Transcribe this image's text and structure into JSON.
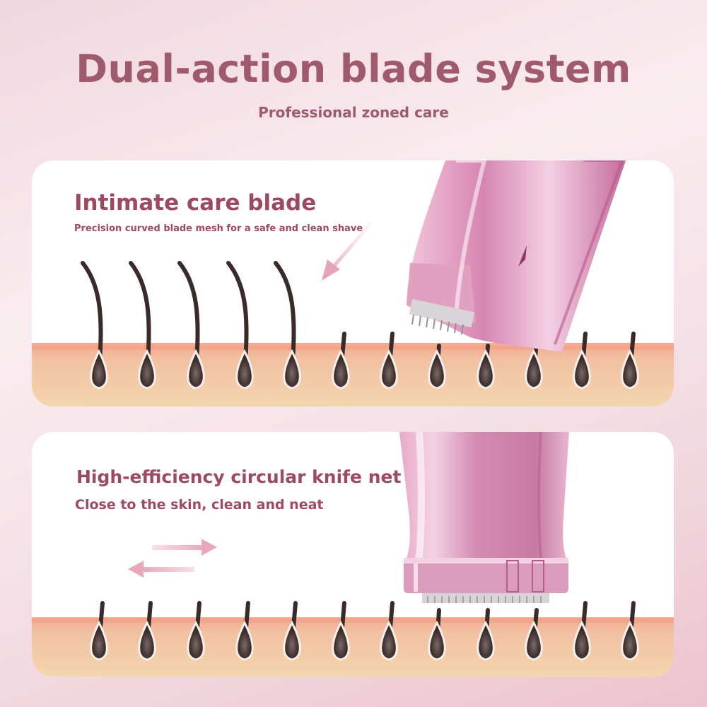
{
  "header": {
    "title": "Dual-action blade system",
    "subtitle": "Professional zoned care"
  },
  "panels": [
    {
      "title": "Intimate care blade",
      "description": "Precision curved blade mesh for a safe and clean shave"
    },
    {
      "title": "High-efficiency circular knife net",
      "description": "Close to the skin, clean and neat"
    }
  ],
  "colors": {
    "heading": "#a05a6e",
    "device_pink": "#e7a8c8",
    "skin": "#f1d0a6",
    "hair": "#3a2a2a"
  }
}
